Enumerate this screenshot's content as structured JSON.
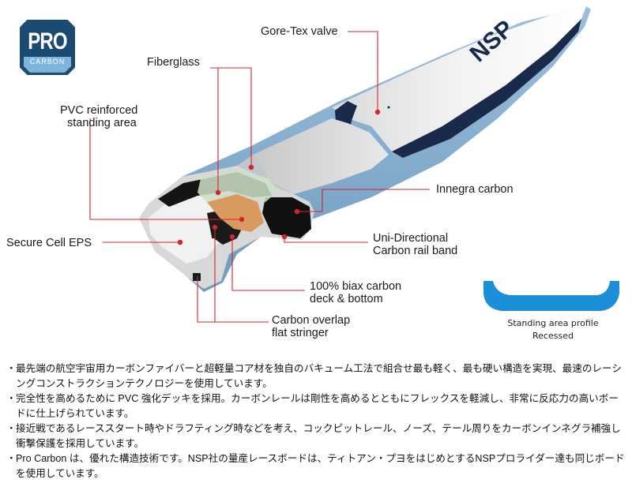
{
  "logo": {
    "text_main": "PRO",
    "text_sub": "CARBON",
    "color": "#1b4a73",
    "accent": "#7fb5dc"
  },
  "callouts": {
    "gore_tex": "Gore-Tex valve",
    "fiberglass": "Fiberglass",
    "pvc_line1": "PVC reinforced",
    "pvc_line2": "standing area",
    "innegra": "Innegra carbon",
    "secure_cell": "Secure Cell EPS",
    "unidir_line1": "Uni-Directional",
    "unidir_line2": "Carbon rail band",
    "biax_line1": "100% biax carbon",
    "biax_line2": "deck & bottom",
    "overlap_line1": "Carbon overlap",
    "overlap_line2": "flat stringer"
  },
  "board_brand": "NSP",
  "profile": {
    "caption_line1": "Standing area profile",
    "caption_line2": "Recessed",
    "color": "#1d8fd8"
  },
  "colors": {
    "board_blue": "#8cb3d2",
    "leader_red": "#d6242b",
    "navy": "#1a2a4a"
  },
  "notes": [
    {
      "bullet": "・",
      "text": "最先端の航空宇宙用カーボンファイバーと超軽量コア材を独自のバキューム工法で組合せ最も軽く、最も硬い構造を実現、最速のレーシングコンストラクションテクノロジーを使用しています。"
    },
    {
      "bullet": "・",
      "text": "完全性を高めるために PVC 強化デッキを採用。カーボンレールは剛性を高めるとともにフレックスを軽減し、非常に反応力の高いボードに仕上げられています。"
    },
    {
      "bullet": "・",
      "text": "接近戦であるレーススタート時やドラフティング時などを考え、コックピットレール、ノーズ、テール周りをカーボンインネグラ補強し衝撃保護を採用しています。"
    },
    {
      "bullet": "・",
      "text": "Pro Carbon は、優れた構造技術です。NSP社の量産レースボードは、ティトアン・プヨをはじめとするNSPプロライダー達も同じボードを使用しています。"
    }
  ]
}
